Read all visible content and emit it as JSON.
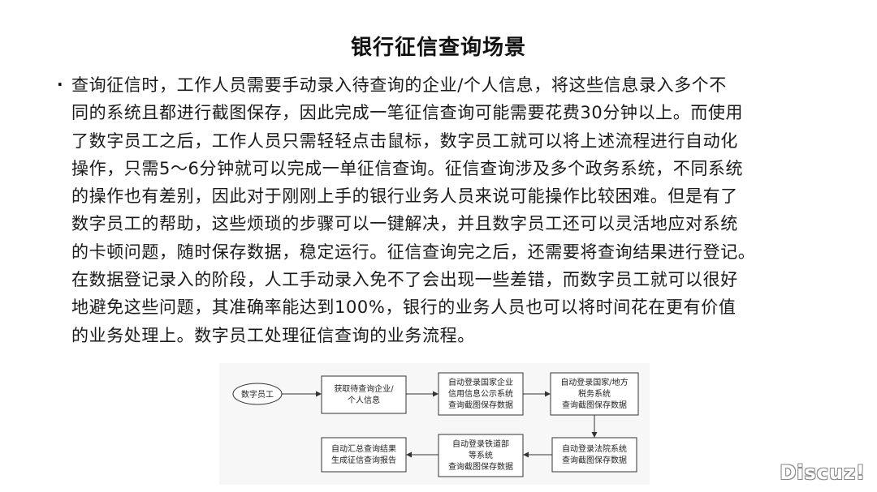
{
  "title": "银行征信查询场景",
  "bullet": "·",
  "paragraph_lines": [
    "查询征信时，工作人员需要手动录入待查询的企业/个人信息，将这些信息录入多个不",
    "同的系统且都进行截图保存，因此完成一笔征信查询可能需要花费30分钟以上。而使用",
    "了数字员工之后，工作人员只需轻轻点击鼠标，数字员工就可以将上述流程进行自动化",
    "操作，只需5～6分钟就可以完成一单征信查询。征信查询涉及多个政务系统，不同系统",
    "的操作也有差别，因此对于刚刚上手的银行业务人员来说可能操作比较困难。但是有了",
    "数字员工的帮助，这些烦琐的步骤可以一键解决，并且数字员工还可以灵活地应对系统",
    "的卡顿问题，随时保存数据，稳定运行。征信查询完之后，还需要将查询结果进行登记。",
    "在数据登记录入的阶段，人工手动录入免不了会出现一些差错，而数字员工就可以很好",
    "地避免这些问题，其准确率能达到100%，银行的业务人员也可以将时间花在更有价值",
    "的业务处理上。数字员工处理征信查询的业务流程。"
  ],
  "diagram": {
    "start": "数字员工",
    "steps": [
      [
        "获取待查询企业/",
        "个人信息"
      ],
      [
        "自动登录国家企业",
        "信用信息公示系统",
        "查询截图保存数据"
      ],
      [
        "自动登录国家/地方",
        "税务系统",
        "查询截图保存数据"
      ],
      [
        "自动登录法院系统",
        "查询截图保存数据"
      ],
      [
        "自动登录铁道部",
        "等系统",
        "查询截图保存数据"
      ],
      [
        "自动汇总查询结果",
        "生成征信查询报告"
      ]
    ]
  },
  "watermark": "Discuz!"
}
